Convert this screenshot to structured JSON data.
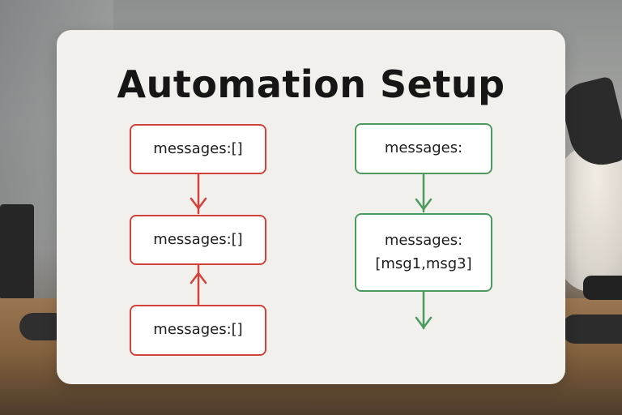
{
  "title": "Automation Setup",
  "colors": {
    "red_flow": "#d2423a",
    "green_flow": "#4d9a5e",
    "card_bg": "#f1f0ec",
    "title_text": "#161616"
  },
  "left_flow": {
    "boxes": [
      {
        "label": "messages:[]"
      },
      {
        "label": "messages:[]"
      },
      {
        "label": "messages:[]"
      }
    ],
    "arrows": [
      "down-arrow",
      "up-arrow"
    ]
  },
  "right_flow": {
    "boxes": [
      {
        "label": "messages:"
      },
      {
        "label_line1": "messages:",
        "label_line2": "[msg1,msg3]"
      }
    ],
    "arrows": [
      "down-arrow",
      "down-arrow"
    ]
  }
}
